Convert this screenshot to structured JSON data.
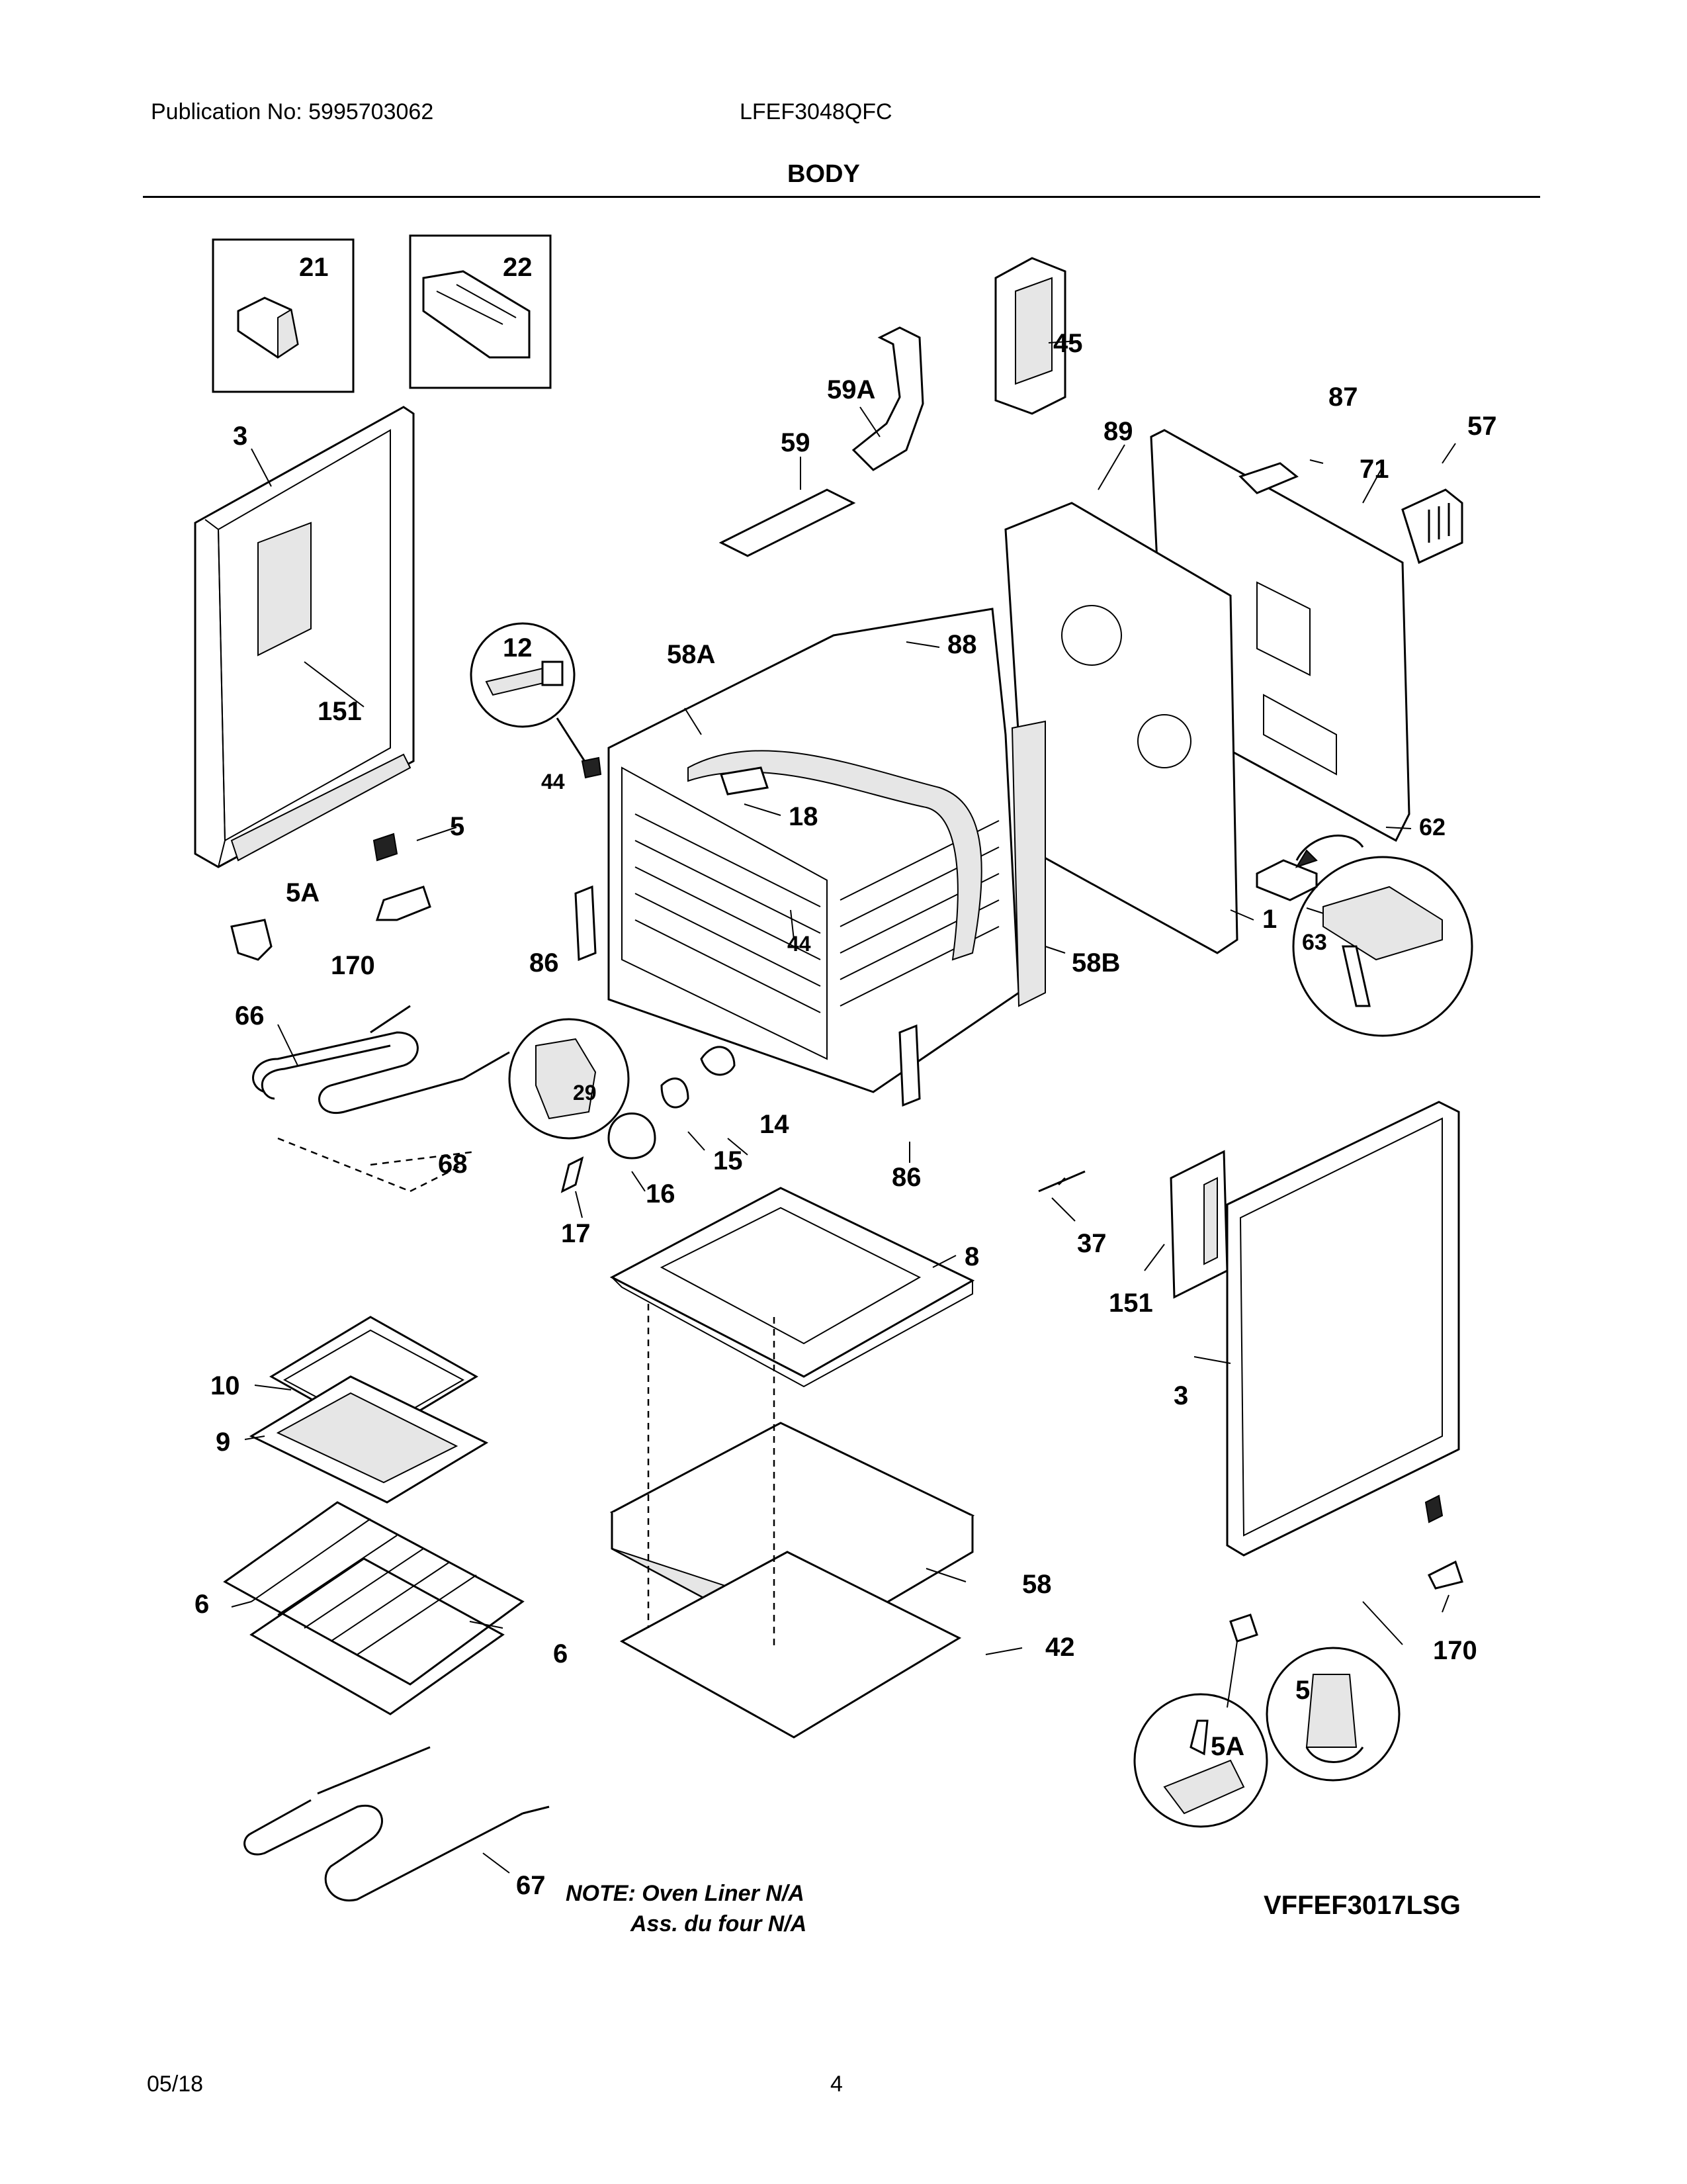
{
  "header": {
    "publication": "Publication No: 5995703062",
    "model": "LFEF3048QFC",
    "section_title": "BODY"
  },
  "footer": {
    "date": "05/18",
    "page": "4"
  },
  "diagram": {
    "labels": {
      "l21": "21",
      "l22": "22",
      "l45": "45",
      "l59A": "59A",
      "l87": "87",
      "l57": "57",
      "l3a": "3",
      "l59": "59",
      "l89": "89",
      "l71": "71",
      "l12": "12",
      "l58A": "58A",
      "l88": "88",
      "l151a": "151",
      "l44a": "44",
      "l18": "18",
      "l5a": "5",
      "l62": "62",
      "l5Aa": "5A",
      "l1": "1",
      "l63": "63",
      "l44b": "44",
      "l58B": "58B",
      "l170a": "170",
      "l86a": "86",
      "l66": "66",
      "l29": "29",
      "l14": "14",
      "l15": "15",
      "l86b": "86",
      "l68": "68",
      "l16": "16",
      "l37": "37",
      "l17": "17",
      "l8": "8",
      "l151b": "151",
      "l10": "10",
      "l9": "9",
      "l3b": "3",
      "l58": "58",
      "l6a": "6",
      "l6b": "6",
      "l42": "42",
      "l170b": "170",
      "l5b": "5",
      "l5Ab": "5A",
      "l67": "67"
    },
    "note_line1": "NOTE: Oven Liner N/A",
    "note_line2": "Ass. du four N/A",
    "drawing_ref": "VFFEF3017LSG"
  }
}
